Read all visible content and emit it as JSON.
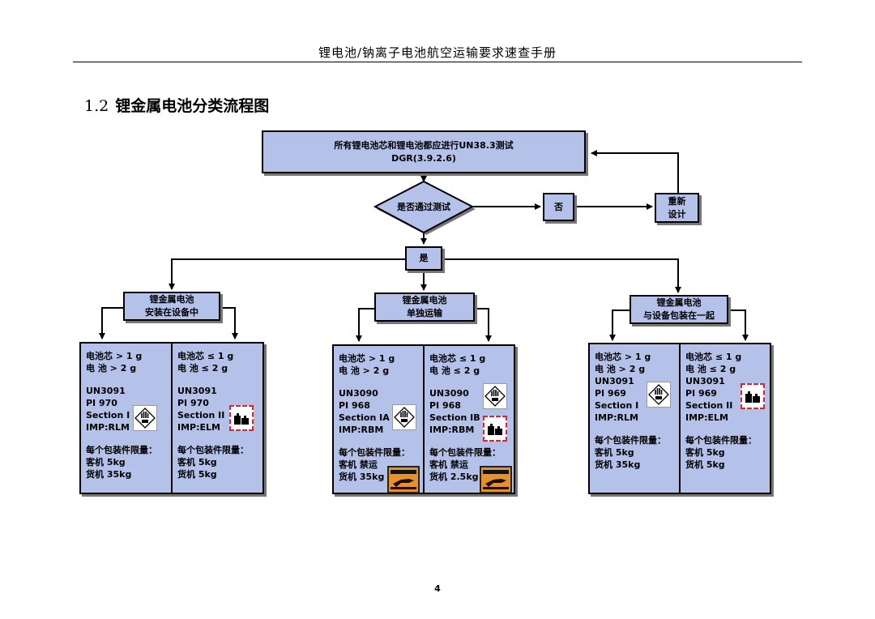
{
  "header": {
    "title": "锂电池/钠离子电池航空运输要求速查手册"
  },
  "section": {
    "number": "1.2",
    "title": "锂金属电池分类流程图"
  },
  "page_number": "4",
  "flow": {
    "top": {
      "line1": "所有锂电池芯和锂电池都应进行UN38.3测试",
      "line2": "DGR(3.9.2.6)"
    },
    "decision": "是否通过测试",
    "no": "否",
    "redesign": {
      "line1": "重新",
      "line2": "设计"
    },
    "yes": "是",
    "categories": [
      {
        "line1": "锂金属电池",
        "line2": "安装在设备中"
      },
      {
        "line1": "锂金属电池",
        "line2": "单独运输"
      },
      {
        "line1": "锂金属电池",
        "line2": "与设备包装在一起"
      }
    ],
    "panels": [
      {
        "columns": [
          {
            "cell": "电池芯 > 1 g",
            "battery": "电 池 > 2 g",
            "un": "UN3091",
            "pi": "PI 970",
            "section": "Section I",
            "imp": "IMP:RLM",
            "limit_title": "每个包装件限量：",
            "passenger": "客机 5kg",
            "cargo": "货机 35kg",
            "label": "class9"
          },
          {
            "cell": "电池芯 ≤ 1 g",
            "battery": "电 池 ≤ 2 g",
            "un": "UN3091",
            "pi": "PI 970",
            "section": "Section II",
            "imp": "IMP:ELM",
            "limit_title": "每个包装件限量：",
            "passenger": "客机 5kg",
            "cargo": "货机 5kg",
            "label": "battery-mark"
          }
        ]
      },
      {
        "columns": [
          {
            "cell": "电池芯 > 1 g",
            "battery": "电 池 > 2 g",
            "un": "UN3090",
            "pi": "PI 968",
            "section": "Section IA",
            "imp": "IMP:RBM",
            "limit_title": "每个包装件限量：",
            "passenger": "客机 禁运",
            "cargo": "货机 35kg",
            "label": "class9"
          },
          {
            "cell": "电池芯 ≤ 1 g",
            "battery": "电 池 ≤ 2 g",
            "un": "UN3090",
            "pi": "PI 968",
            "section": "Section IB",
            "imp": "IMP:RBM",
            "limit_title": "每个包装件限量：",
            "passenger": "客机 禁运",
            "cargo": "货机 2.5kg",
            "label": "class9+battery-mark"
          }
        ]
      },
      {
        "columns": [
          {
            "cell": "电池芯 > 1 g",
            "battery": "电 池 > 2 g",
            "un": "UN3091",
            "pi": "PI 969",
            "section": "Section I",
            "imp": "IMP:RLM",
            "limit_title": "每个包装件限量：",
            "passenger": "客机 5kg",
            "cargo": "货机 35kg",
            "label": "class9"
          },
          {
            "cell": "电池芯 ≤ 1 g",
            "battery": "电 池 ≤ 2 g",
            "un": "UN3091",
            "pi": "PI 969",
            "section": "Section II",
            "imp": "IMP:ELM",
            "limit_title": "每个包装件限量：",
            "passenger": "客机 5kg",
            "cargo": "货机 5kg",
            "label": "battery-mark"
          }
        ]
      }
    ]
  },
  "colors": {
    "box_fill": "#b4c1e8",
    "shadow": "#777777",
    "cargo_label": "#e8902a",
    "battery_mark_border": "#dd2233"
  }
}
